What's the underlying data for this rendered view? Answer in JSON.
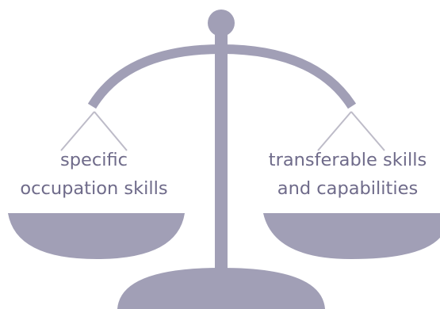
{
  "diagram": {
    "left_pan": {
      "line1": "specific",
      "line2": "occupation skills"
    },
    "right_pan": {
      "line1": "transferable skills",
      "line2": "and capabilities"
    },
    "colors": {
      "scale": "#a19fb6",
      "strings": "#bdbbc8",
      "text": "#6f6b8a"
    }
  }
}
